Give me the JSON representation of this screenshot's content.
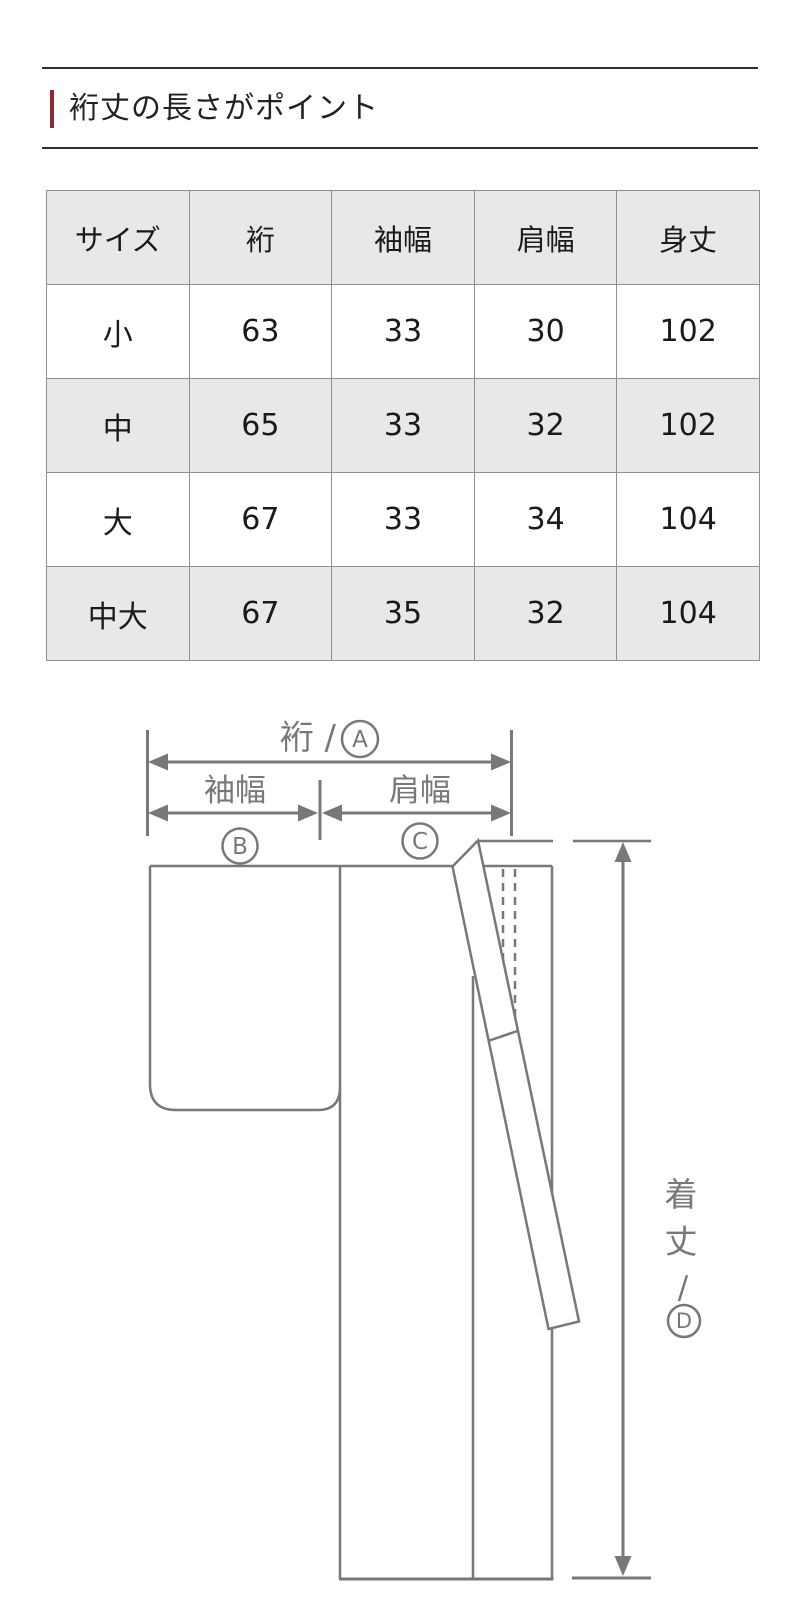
{
  "header": {
    "title": "裄丈の長さがポイント",
    "accent_color": "#8e2b2e",
    "rule_color": "#2f2f2f"
  },
  "table": {
    "columns": [
      "サイズ",
      "裄",
      "袖幅",
      "肩幅",
      "身丈"
    ],
    "rows": [
      [
        "小",
        "63",
        "33",
        "30",
        "102"
      ],
      [
        "中",
        "65",
        "33",
        "32",
        "102"
      ],
      [
        "大",
        "67",
        "33",
        "34",
        "104"
      ],
      [
        "中大",
        "67",
        "35",
        "32",
        "104"
      ]
    ],
    "header_bg": "#e8e8e8",
    "alt_row_bg": "#e8e8e8",
    "border_color": "#909090"
  },
  "diagram": {
    "line_color": "#787878",
    "yuki_label": "裄 /",
    "yuki_letter": "A",
    "sode_label": "袖幅",
    "sode_letter": "B",
    "kata_label": "肩幅",
    "kata_letter": "C",
    "kitake_char1": "着",
    "kitake_char2": "丈",
    "kitake_slash": "/",
    "kitake_letter": "D"
  }
}
